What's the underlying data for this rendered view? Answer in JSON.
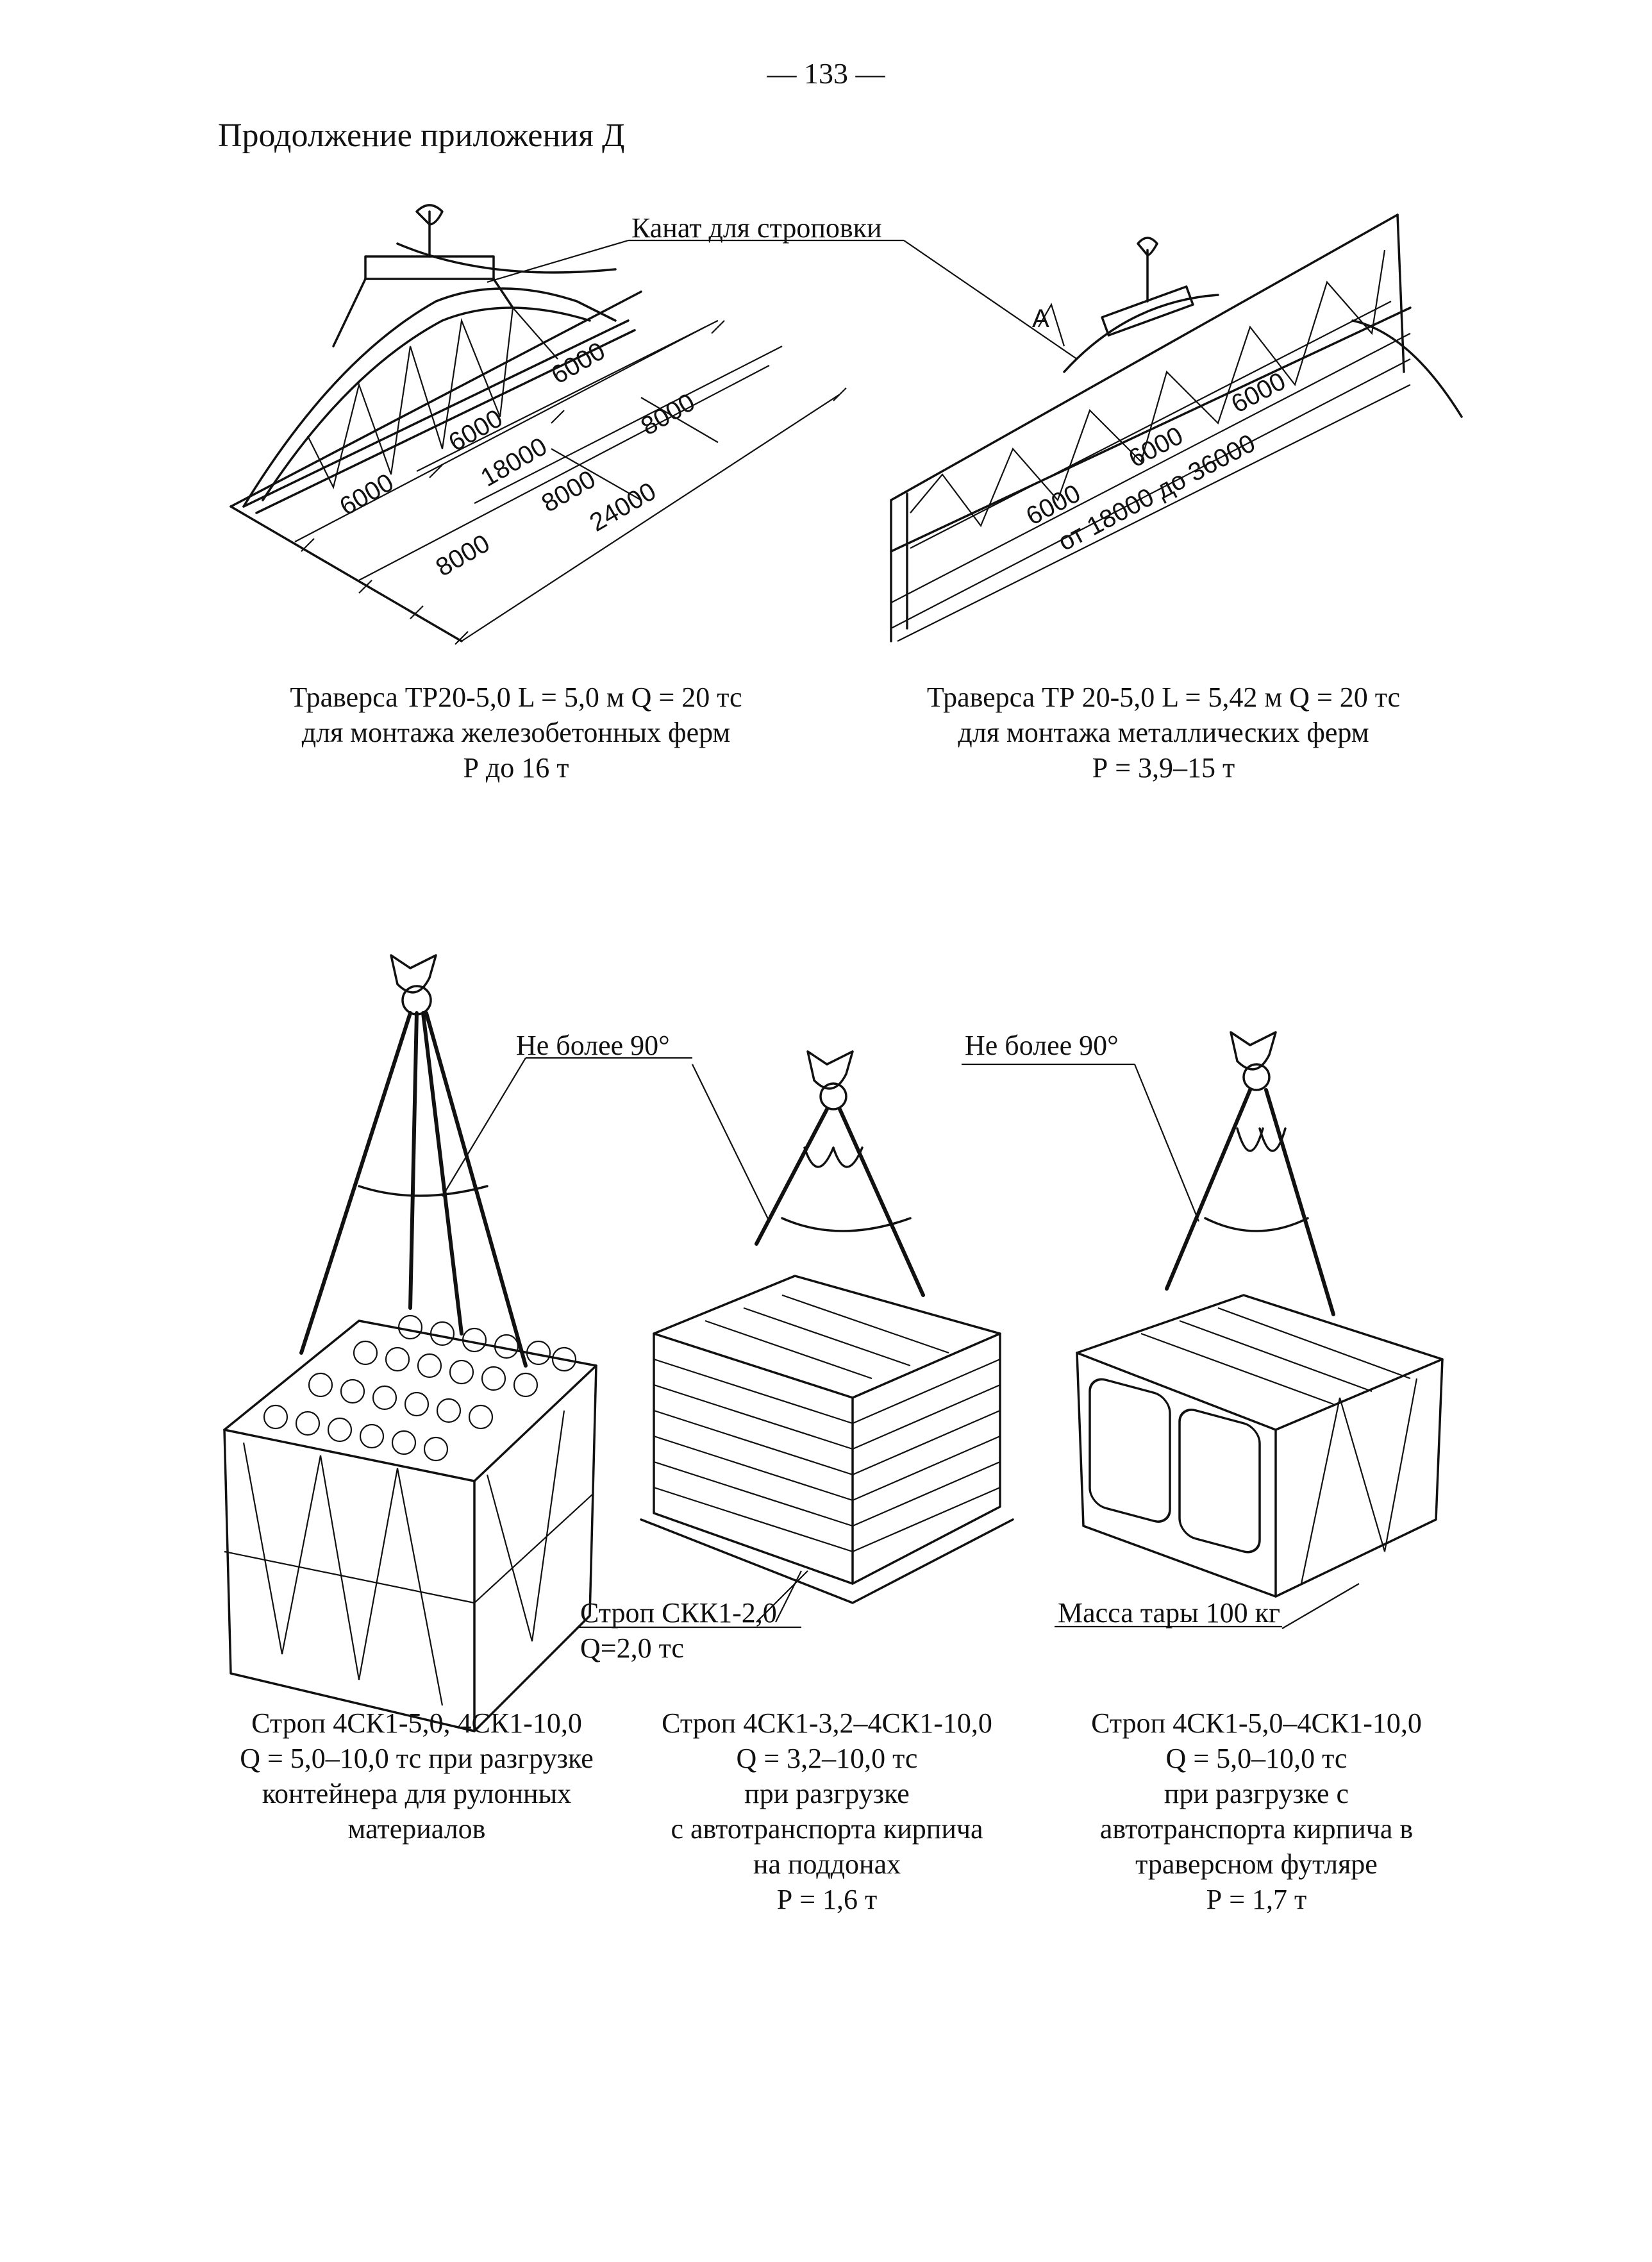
{
  "page": {
    "number": "— 133 —",
    "appendix_title": "Продолжение приложения Д"
  },
  "callouts": {
    "rope": "Канат для строповки",
    "angle_left": "Не более 90°",
    "angle_right": "Не более 90°",
    "strop_skk": "Строп СКК1-2,0",
    "strop_skk_q": "Q=2,0 тс",
    "tare_mass": "Масса тары 100 кг",
    "section_mark": "А"
  },
  "dimensions": {
    "left": [
      "6000",
      "6000",
      "6000",
      "18000",
      "8000",
      "8000",
      "8000",
      "24000"
    ],
    "right": [
      "6000",
      "6000",
      "6000",
      "от 18000 до 36000"
    ]
  },
  "captions": {
    "traverse_concrete": {
      "lines": [
        "Траверса ТР20-5,0 L = 5,0 м  Q = 20 тс",
        "для монтажа железобетонных ферм",
        "Р до 16 т"
      ]
    },
    "traverse_metal": {
      "lines": [
        "Траверса ТР 20-5,0  L = 5,42 м  Q = 20 тс",
        "для монтажа металлических ферм",
        "Р = 3,9–15 т"
      ]
    },
    "strop_container": {
      "lines": [
        "Строп 4СК1-5,0, 4СК1-10,0",
        "Q = 5,0–10,0 тс при разгрузке",
        "контейнера для рулонных",
        "материалов"
      ]
    },
    "strop_pallets": {
      "lines": [
        "Строп 4СК1-3,2–4СК1-10,0",
        "Q = 3,2–10,0 тс",
        "при разгрузке",
        "с автотранспорта кирпича",
        "на поддонах",
        "Р = 1,6 т"
      ]
    },
    "strop_case": {
      "lines": [
        "Строп 4СК1-5,0–4СК1-10,0",
        "Q = 5,0–10,0 тс",
        "при разгрузке с",
        "автотранспорта кирпича в",
        "траверсном футляре",
        "Р = 1,7 т"
      ]
    }
  }
}
